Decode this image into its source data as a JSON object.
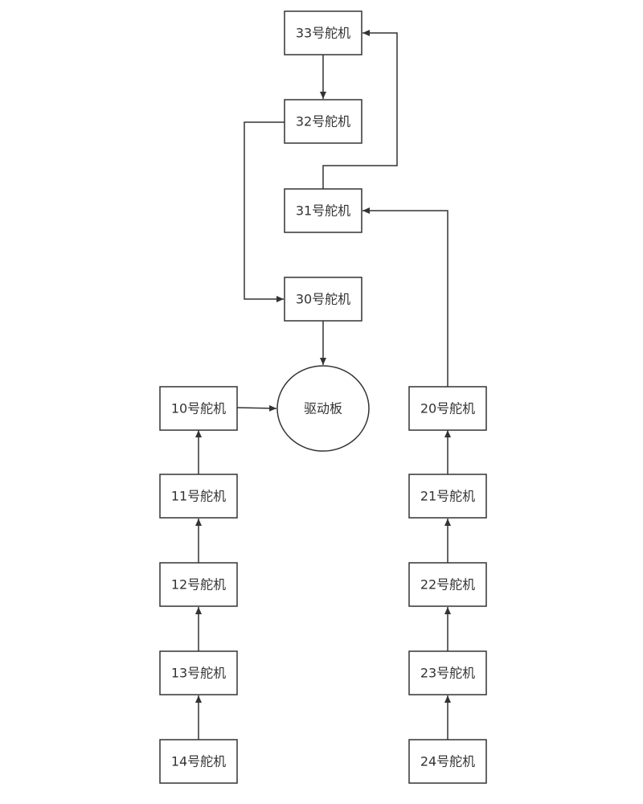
{
  "nodes": {
    "n33": "33号舵机",
    "n32": "32号舵机",
    "n31": "31号舵机",
    "n30": "30号舵机",
    "board": "驱动板",
    "n10": "10号舵机",
    "n11": "11号舵机",
    "n12": "12号舵机",
    "n13": "13号舵机",
    "n14": "14号舵机",
    "n20": "20号舵机",
    "n21": "21号舵机",
    "n22": "22号舵机",
    "n23": "23号舵机",
    "n24": "24号舵机"
  },
  "edges": [
    {
      "from": "n33",
      "to": "n32"
    },
    {
      "from": "n32",
      "to": "n30"
    },
    {
      "from": "n31",
      "to": "n33"
    },
    {
      "from": "n30",
      "to": "board"
    },
    {
      "from": "n20",
      "to": "n31"
    },
    {
      "from": "n10",
      "to": "board"
    },
    {
      "from": "n11",
      "to": "n10"
    },
    {
      "from": "n12",
      "to": "n11"
    },
    {
      "from": "n13",
      "to": "n12"
    },
    {
      "from": "n14",
      "to": "n13"
    },
    {
      "from": "n21",
      "to": "n20"
    },
    {
      "from": "n22",
      "to": "n21"
    },
    {
      "from": "n23",
      "to": "n22"
    },
    {
      "from": "n24",
      "to": "n23"
    }
  ]
}
